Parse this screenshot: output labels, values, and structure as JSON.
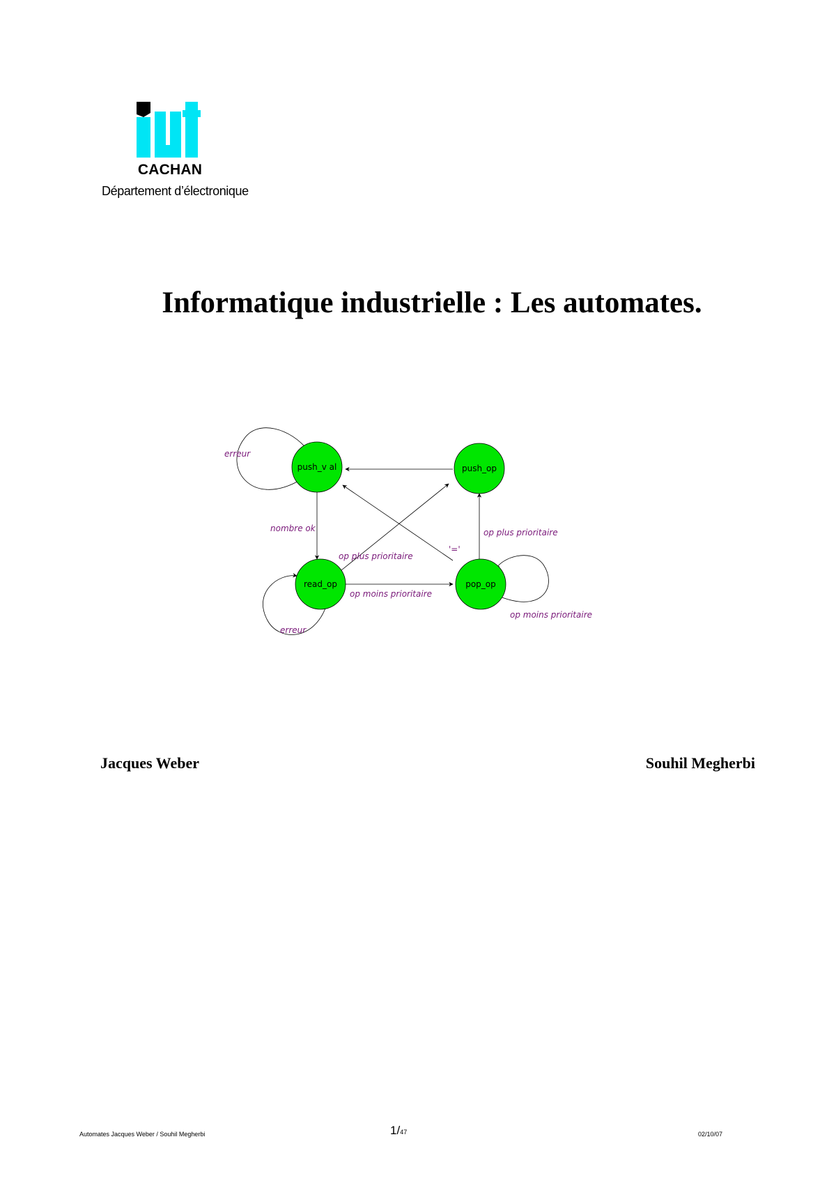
{
  "header": {
    "logo": {
      "icon": "iut-logo",
      "lettering": "iut",
      "colors": {
        "primary": "#00e5f5",
        "accent": "#000000"
      }
    },
    "logo_caption": "CACHAN",
    "department": "Département d’électronique"
  },
  "document": {
    "title": "Informatique industrielle : Les automates."
  },
  "diagram": {
    "state_color": "#00e600",
    "label_color": "#7a1a7a",
    "states": {
      "push_val": "push_v al",
      "push_op": "push_op",
      "read_op": "read_op",
      "pop_op": "pop_op"
    },
    "transitions": {
      "erreur_push_val": "erreur",
      "nombre_ok": "nombre ok",
      "op_plus_prioritaire_read": "op plus prioritaire",
      "op_moins_prioritaire_read": "op moins prioritaire",
      "equals": "'='",
      "op_plus_prioritaire_pop": "op plus prioritaire",
      "op_moins_prioritaire_pop": "op moins prioritaire",
      "erreur_read_op": "erreur"
    }
  },
  "authors": {
    "left": "Jacques Weber",
    "right": "Souhil Megherbi"
  },
  "footer": {
    "left": "Automates Jacques Weber / Souhil Megherbi",
    "page_current": "1",
    "page_separator": "/",
    "page_total": "47",
    "date": "02/10/07"
  }
}
